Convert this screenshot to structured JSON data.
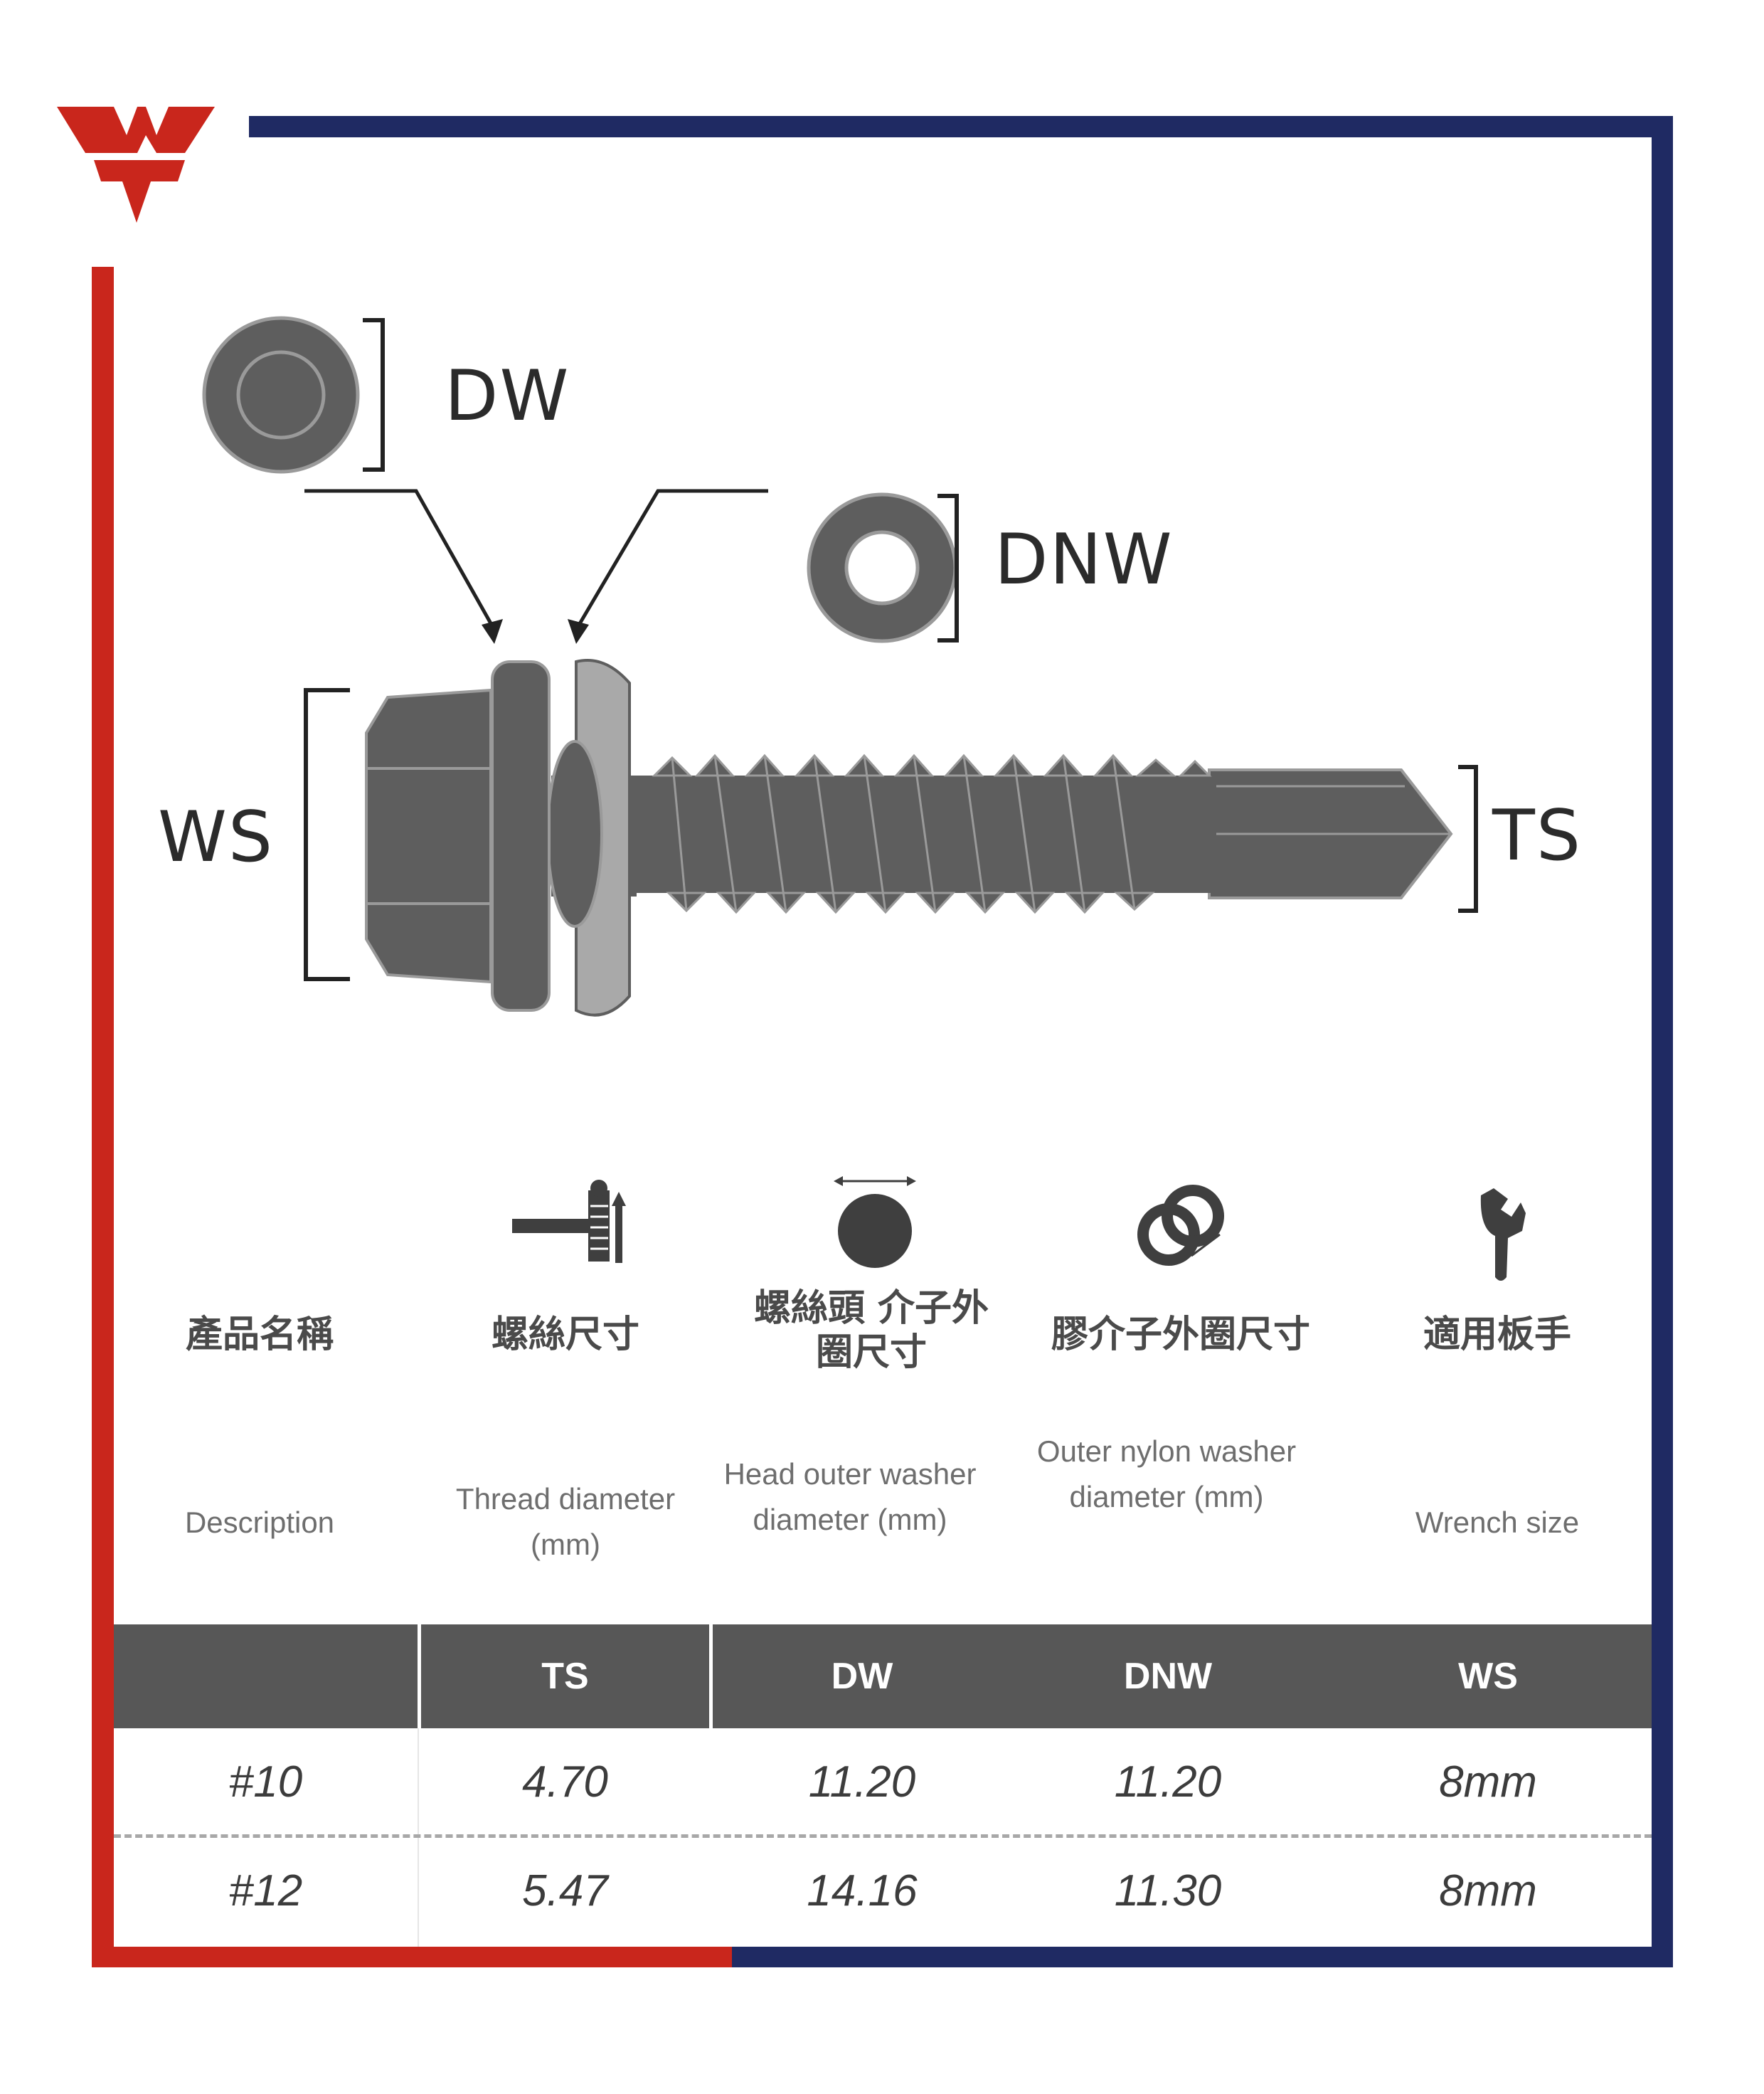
{
  "diagram": {
    "labels": {
      "dw": "DW",
      "dnw": "DNW",
      "ws": "WS",
      "ts": "TS"
    }
  },
  "columns": [
    {
      "zh": "產品名稱",
      "en": "Description",
      "icon": "none"
    },
    {
      "zh": "螺絲尺寸",
      "en": "Thread diameter (mm)",
      "icon": "thread-gauge-icon"
    },
    {
      "zh": "螺絲頭 介子外圈尺寸",
      "en": "Head outer washer diameter (mm)",
      "icon": "head-washer-icon"
    },
    {
      "zh": "膠介子外圈尺寸",
      "en": "Outer nylon washer diameter (mm)",
      "icon": "nylon-washer-icon"
    },
    {
      "zh": "適用板手",
      "en": "Wrench size",
      "icon": "wrench-icon"
    }
  ],
  "table": {
    "headers": [
      "",
      "TS",
      "DW",
      "DNW",
      "WS"
    ],
    "rows": [
      [
        "#10",
        "4.70",
        "11.20",
        "11.20",
        "8mm"
      ],
      [
        "#12",
        "5.47",
        "14.16",
        "11.30",
        "8mm"
      ]
    ]
  },
  "colors": {
    "brand_red": "#c9261c",
    "brand_navy": "#1f2a63",
    "header_gray": "#575757"
  }
}
